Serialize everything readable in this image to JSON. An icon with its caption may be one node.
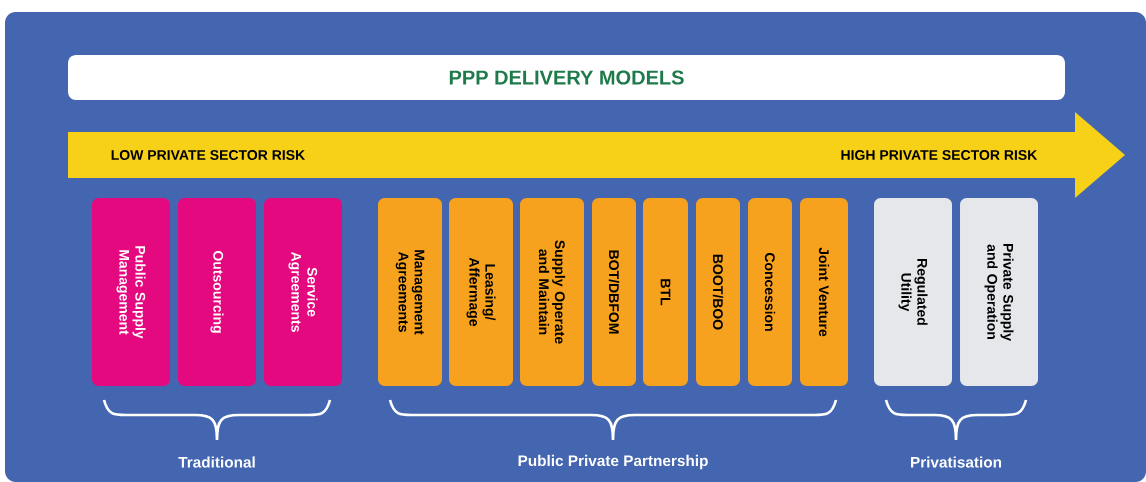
{
  "diagram": {
    "title": "PPP DELIVERY MODELS",
    "nodes": [
      {
        "text": [
          "Public Supply Management"
        ]
      },
      {
        "text": [
          "Outsourcing"
        ]
      },
      {
        "text": [
          "Service Agreements"
        ]
      },
      {
        "text": [
          "Management Agreements"
        ]
      },
      {
        "text": [
          "Leasing/ Affermage"
        ]
      },
      {
        "text": [
          "Supply Operate and Maintain"
        ]
      },
      {
        "text": [
          "BOT/DBFOM"
        ]
      },
      {
        "text": [
          "BTL"
        ]
      },
      {
        "text": [
          "BOOT/BOO"
        ]
      },
      {
        "text": [
          "Concession"
        ]
      },
      {
        "text": [
          "Joint Venture"
        ]
      },
      {
        "text": [
          "Regulated Utility"
        ]
      },
      {
        "text": [
          "Private Supply and Operation"
        ]
      }
    ],
    "labels": [
      "LOW PRIVATE SECTOR RISK",
      "HIGH PRIVATE SECTOR RISK",
      "Traditional",
      "Public Private Partnership",
      "Privatisation"
    ]
  }
}
